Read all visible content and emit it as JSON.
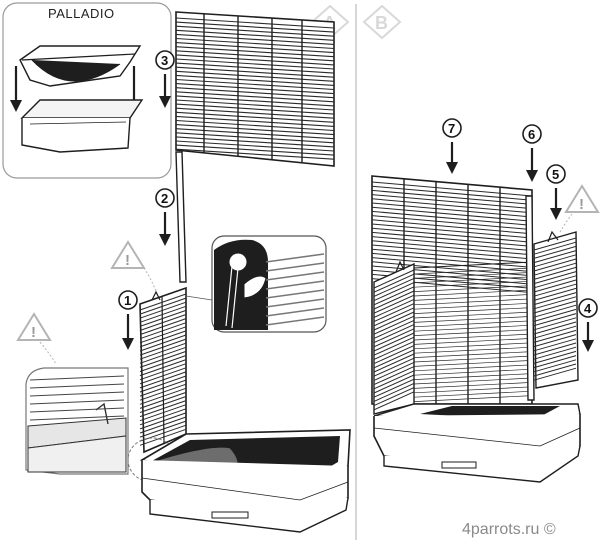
{
  "product_label": "PALLADIO",
  "panels": [
    {
      "letter": "A"
    },
    {
      "letter": "B"
    }
  ],
  "steps": {
    "a": [
      "1",
      "2",
      "3"
    ],
    "b": [
      "4",
      "5",
      "6",
      "7"
    ]
  },
  "warning_mark": "!",
  "watermark": "4parrots.ru ©",
  "colors": {
    "line": "#1e1e1e",
    "wire": "#2a2a2a",
    "tray": "#f4f4f4",
    "warning": "#b4b4b4",
    "divider": "#c8c8c8"
  }
}
